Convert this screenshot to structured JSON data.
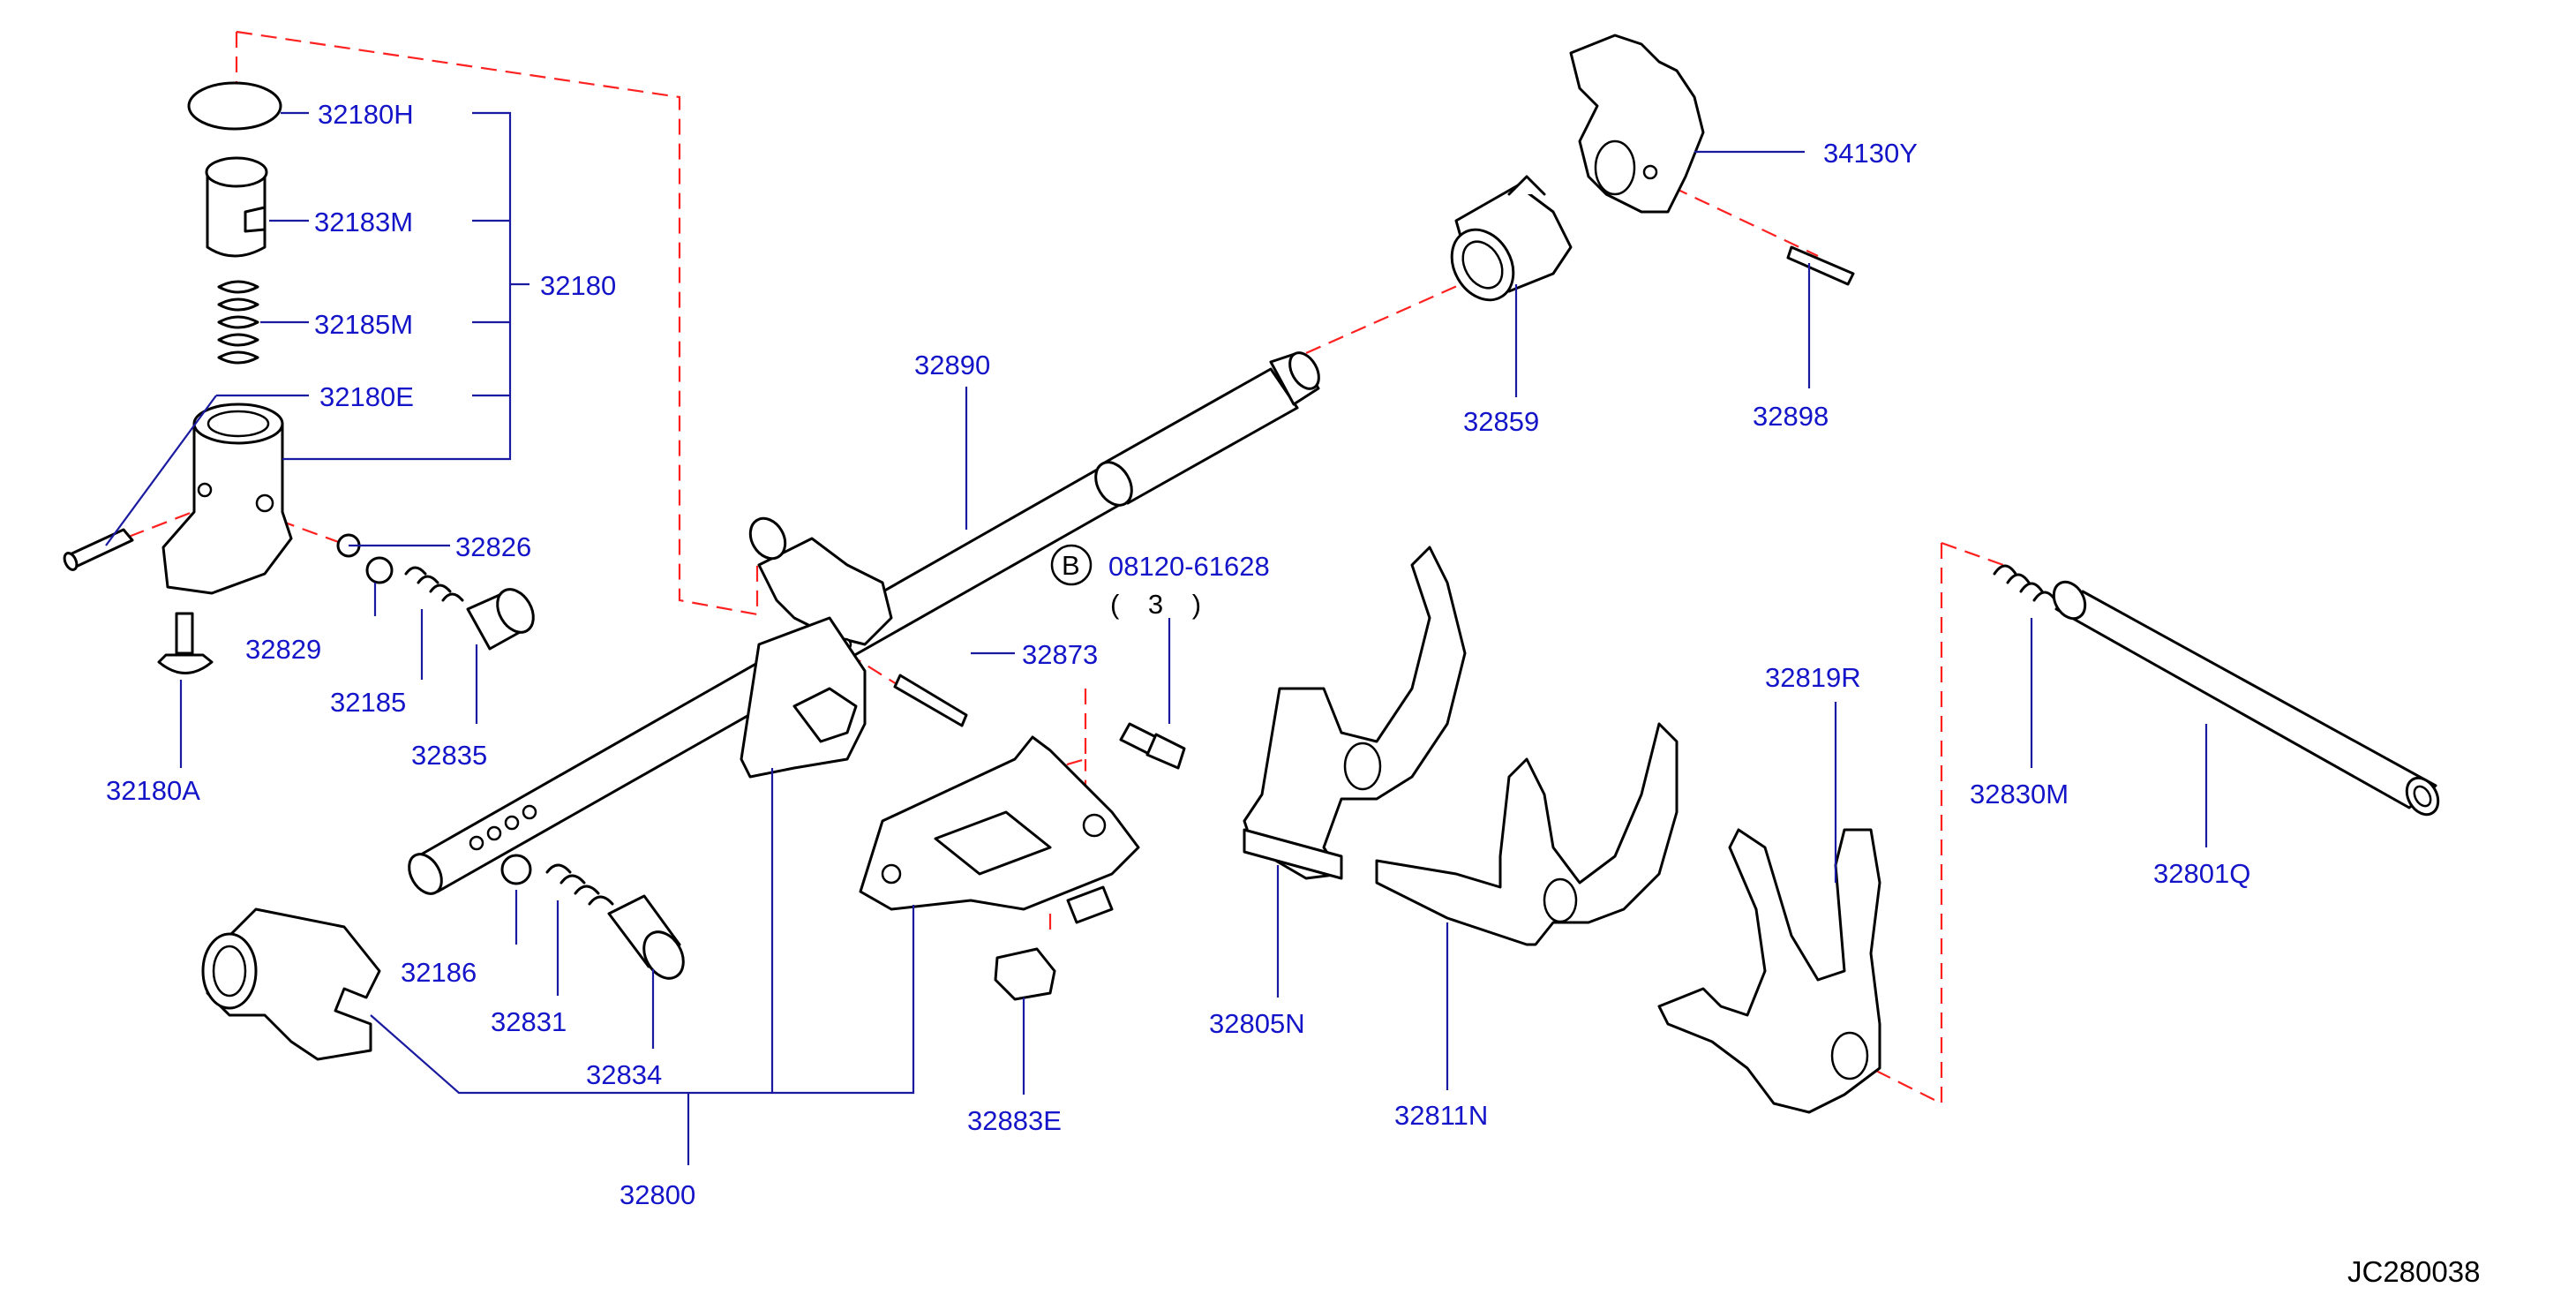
{
  "diagram_id": "JC280038",
  "colors": {
    "label": "#1414c8",
    "leader": "#1a1aa0",
    "centerline": "#ff2020",
    "outline": "#000000"
  },
  "parts": {
    "p32180H": "32180H",
    "p32183M": "32183M",
    "p32180": "32180",
    "p32185M": "32185M",
    "p32180E": "32180E",
    "p32826": "32826",
    "p32829": "32829",
    "p32185": "32185",
    "p32835": "32835",
    "p32180A": "32180A",
    "p32890": "32890",
    "p32859": "32859",
    "p34130Y": "34130Y",
    "p32898": "32898",
    "p08120": "08120-61628",
    "bolt_prefix": "B",
    "bolt_qty": "( 3 )",
    "p32873": "32873",
    "p32186": "32186",
    "p32831": "32831",
    "p32834": "32834",
    "p32800": "32800",
    "p32883E": "32883E",
    "p32805N": "32805N",
    "p32811N": "32811N",
    "p32819R": "32819R",
    "p32830M": "32830M",
    "p32801Q": "32801Q"
  }
}
